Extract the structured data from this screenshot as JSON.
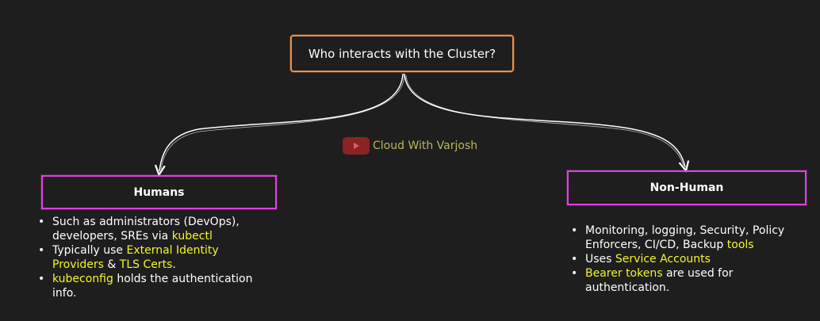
{
  "root": {
    "label": "Who interacts with the Cluster?"
  },
  "watermark": {
    "label": "Cloud With Varjosh",
    "icon": "youtube-play-icon"
  },
  "humans": {
    "title": "Humans",
    "bullets": [
      [
        {
          "text": "Such as administrators (DevOps), developers, SREs via "
        },
        {
          "text": "kubectl",
          "highlight": true
        }
      ],
      [
        {
          "text": "Typically use "
        },
        {
          "text": "External Identity Providers",
          "highlight": true
        },
        {
          "text": " & "
        },
        {
          "text": "TLS Certs",
          "highlight": true
        },
        {
          "text": "."
        }
      ],
      [
        {
          "text": "kubeconfig",
          "highlight": true
        },
        {
          "text": " holds the authentication info."
        }
      ]
    ]
  },
  "nonhuman": {
    "title": "Non-Human",
    "bullets": [
      [
        {
          "text": "Monitoring, logging, Security, Policy Enforcers, CI/CD, Backup "
        },
        {
          "text": "tools",
          "highlight": true
        }
      ],
      [
        {
          "text": "Uses "
        },
        {
          "text": "Service Accounts",
          "highlight": true
        }
      ],
      [
        {
          "text": "Bearer tokens",
          "highlight": true
        },
        {
          "text": " are used for authentication."
        }
      ]
    ]
  },
  "colors": {
    "background": "#1e1e1e",
    "root_border": "#ef8f4a",
    "category_border": "#e040e0",
    "highlight": "#f5f52a",
    "watermark_text": "#b8b85a",
    "watermark_icon": "#8c2323"
  }
}
